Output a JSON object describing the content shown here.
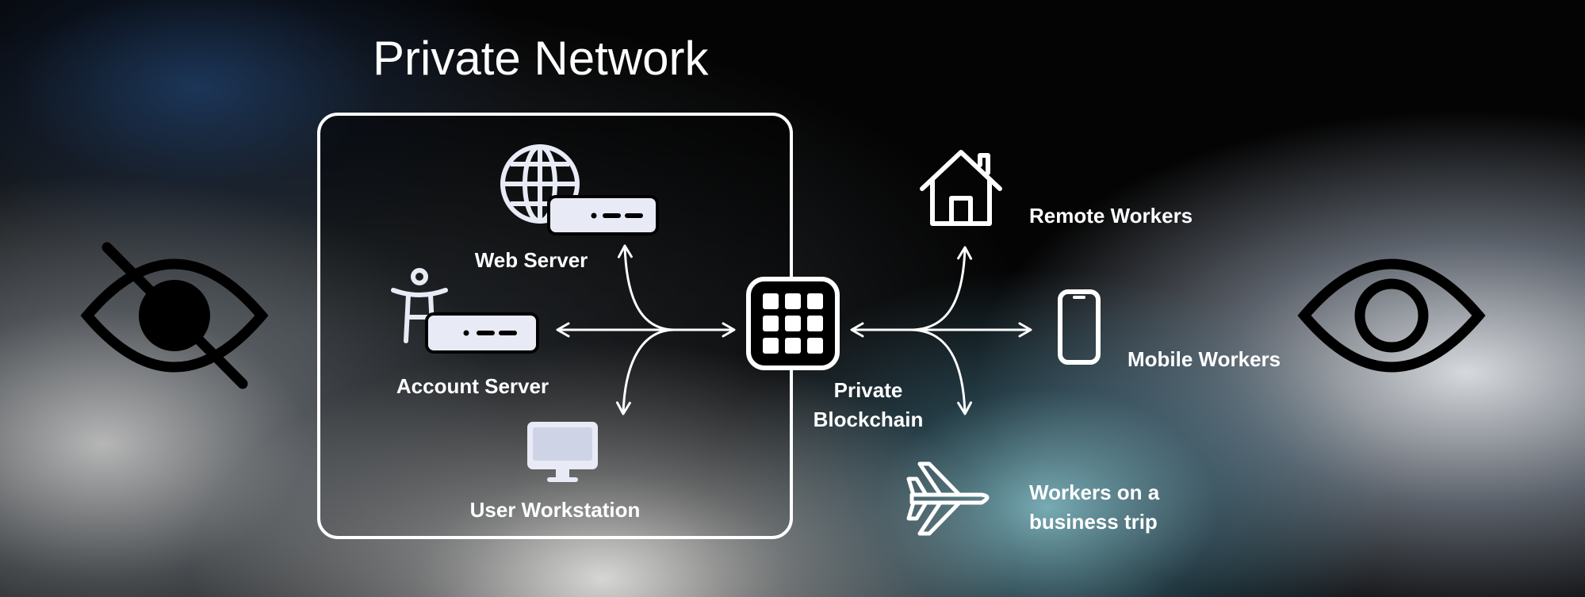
{
  "title": "Private Network",
  "nodes": {
    "web_server": "Web Server",
    "account_server": "Account Server",
    "user_workstation": "User Workstation",
    "private_blockchain": "Private\nBlockchain",
    "remote_workers": "Remote Workers",
    "mobile_workers": "Mobile Workers",
    "business_trip_workers": "Workers on a\nbusiness trip"
  },
  "icons": {
    "left": "eye-slash-icon",
    "right": "eye-icon",
    "web": "globe-icon",
    "account": "person-icon",
    "workstation": "monitor-icon",
    "blockchain": "grid-icon",
    "remote": "house-icon",
    "mobile": "smartphone-icon",
    "trip": "airplane-icon"
  },
  "colors": {
    "stroke": "#ffffff",
    "icon_fill": "#e8eaf5",
    "panel_border": "#ffffff"
  }
}
